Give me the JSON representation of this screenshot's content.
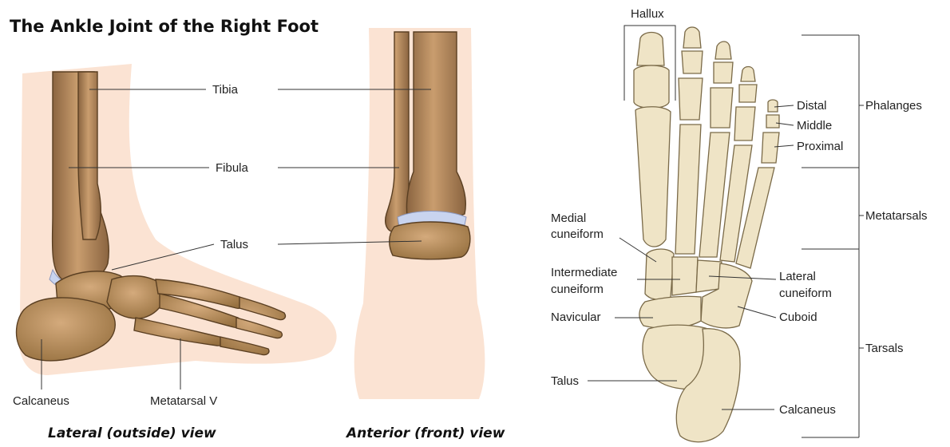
{
  "title": "The Ankle Joint of the Right Foot",
  "captions": {
    "lateral": "Lateral (outside) view",
    "anterior": "Anterior (front) view"
  },
  "ankle_labels": {
    "tibia": "Tibia",
    "fibula": "Fibula",
    "talus": "Talus",
    "calcaneus": "Calcaneus",
    "metatarsal_v": "Metatarsal V"
  },
  "foot_labels": {
    "hallux": "Hallux",
    "distal": "Distal",
    "middle": "Middle",
    "proximal": "Proximal",
    "phalanges": "Phalanges",
    "metatarsals": "Metatarsals",
    "tarsals": "Tarsals",
    "medial_cuneiform_1": "Medial",
    "medial_cuneiform_2": "cuneiform",
    "intermediate_cuneiform_1": "Intermediate",
    "intermediate_cuneiform_2": "cuneiform",
    "lateral_cuneiform_1": "Lateral",
    "lateral_cuneiform_2": "cuneiform",
    "navicular": "Navicular",
    "cuboid": "Cuboid",
    "talus": "Talus",
    "calcaneus": "Calcaneus"
  },
  "colors": {
    "skin": "#fbe3d3",
    "bone_brown": "#b98a5c",
    "bone_cream": "#efe4c6",
    "cartilage": "#c9d4ef"
  }
}
